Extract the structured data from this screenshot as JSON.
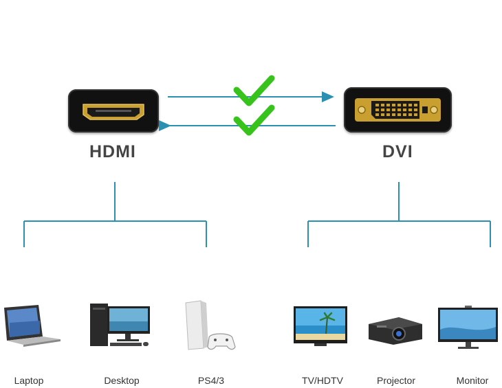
{
  "ports": {
    "hdmi_label": "HDMI",
    "dvi_label": "DVI"
  },
  "devices": {
    "hdmi_side": [
      {
        "label": "Laptop",
        "icon": "laptop-icon"
      },
      {
        "label": "Desktop",
        "icon": "desktop-icon"
      },
      {
        "label": "PS4/3",
        "icon": "game-console-icon"
      }
    ],
    "dvi_side": [
      {
        "label": "TV/HDTV",
        "icon": "tv-icon"
      },
      {
        "label": "Projector",
        "icon": "projector-icon"
      },
      {
        "label": "Monitor",
        "icon": "monitor-icon"
      }
    ]
  },
  "colors": {
    "line": "#2a8fb0",
    "check": "#37c21c",
    "connector_gold": "#c9a030"
  },
  "icons": {
    "check": "check-icon",
    "arrow_right": "arrow-right-icon",
    "arrow_left": "arrow-left-icon"
  }
}
